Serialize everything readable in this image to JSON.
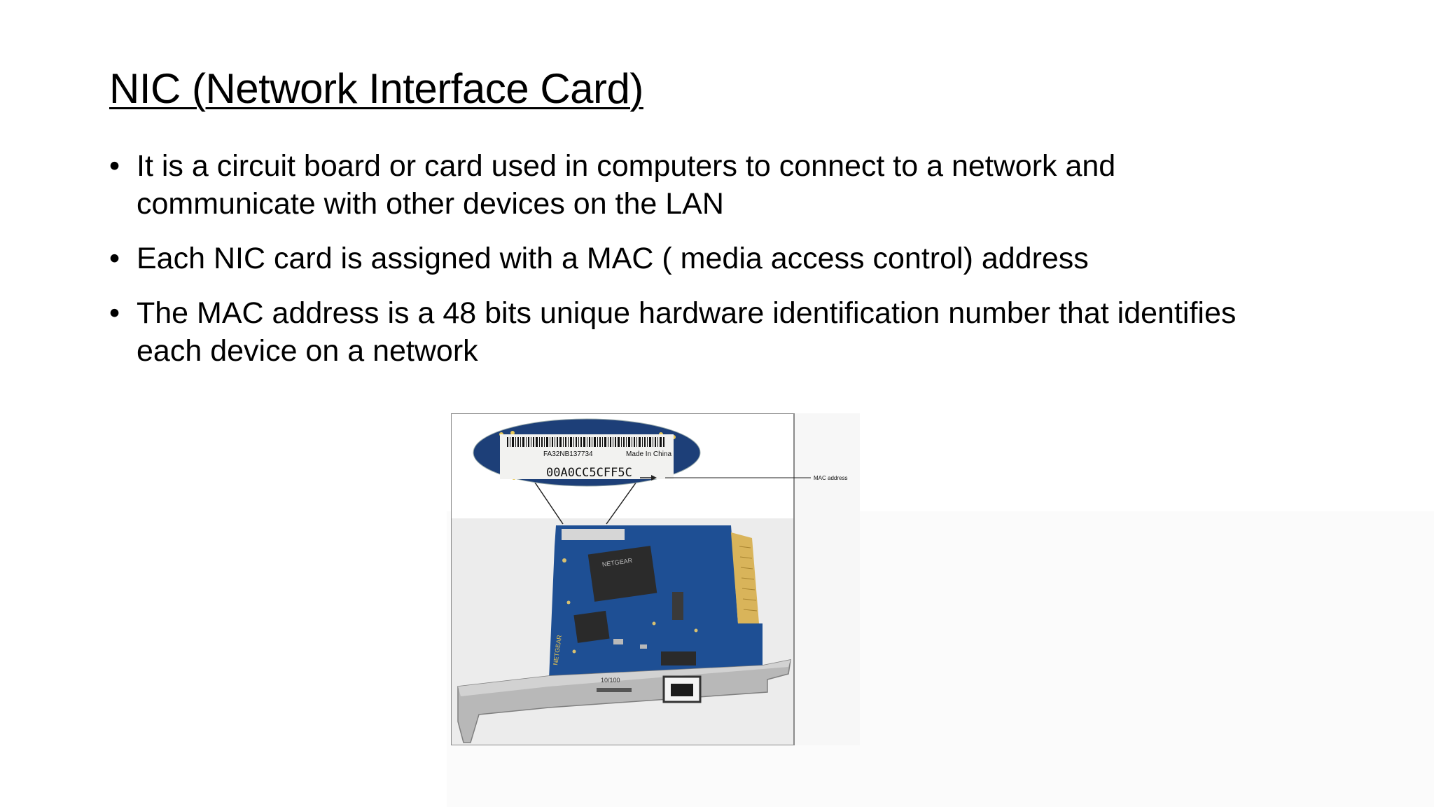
{
  "slide": {
    "title": "NIC (Network Interface Card)",
    "bullets": [
      {
        "symbol": "•",
        "text": "It is a circuit board or card used in computers to connect to a network and communicate with other devices on the LAN"
      },
      {
        "symbol": "•",
        "text": "Each NIC card is assigned with a MAC ( media access control) address"
      },
      {
        "symbol": "•",
        "text": "The MAC address is a 48 bits unique hardware identification number that identifies each device on a network"
      }
    ]
  },
  "figure": {
    "label_serial": "FA32NB137734",
    "label_origin": "Made In China",
    "label_mac": "00A0CC5CFF5C",
    "callout": "MAC address",
    "bracket_text": "NETGEAR"
  }
}
